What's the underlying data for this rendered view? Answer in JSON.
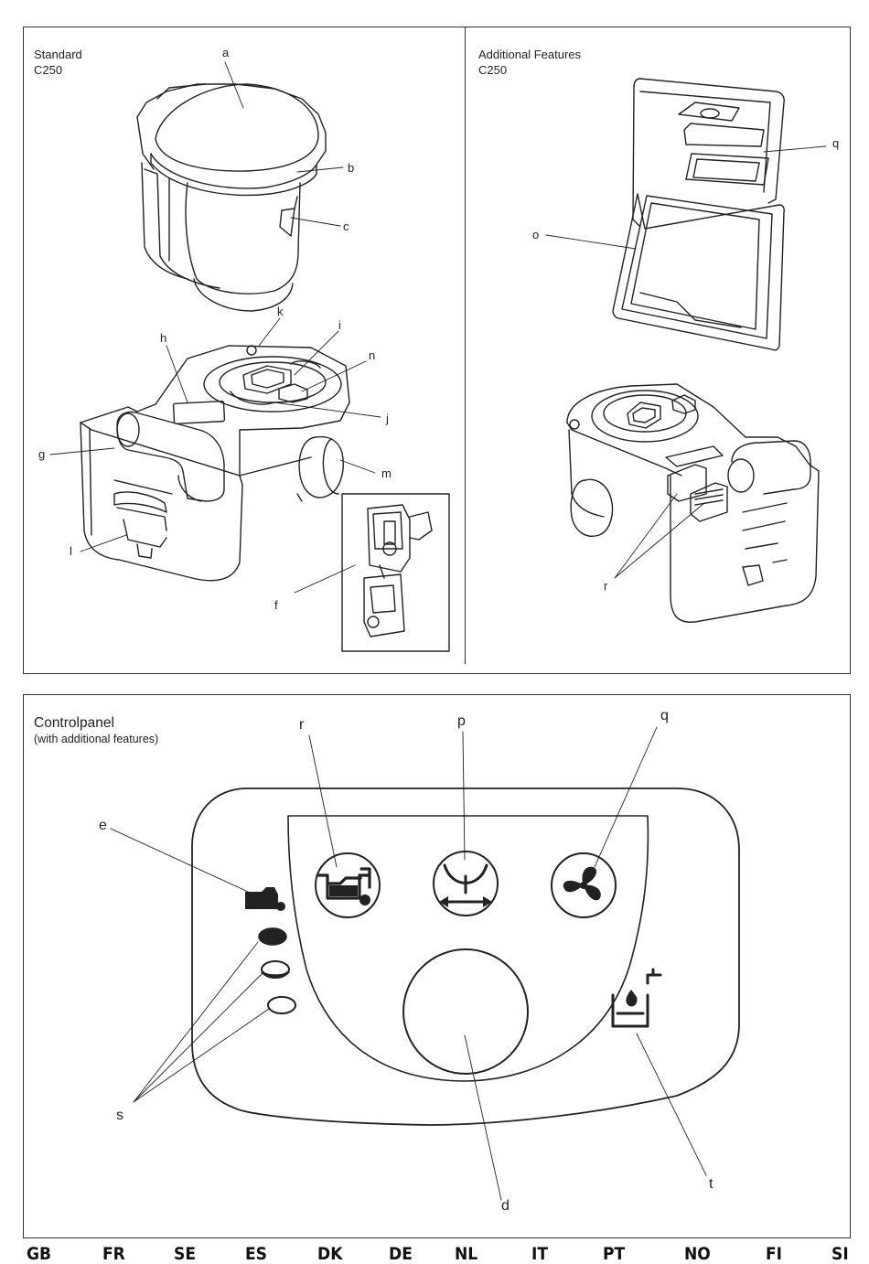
{
  "standard": {
    "title": "Standard",
    "model": "C250",
    "labels": {
      "a": "a",
      "b": "b",
      "c": "c",
      "k": "k",
      "h": "h",
      "i": "i",
      "n": "n",
      "j": "j",
      "g": "g",
      "m": "m",
      "l": "l",
      "f": "f"
    }
  },
  "additional": {
    "title": "Additional Features",
    "model": "C250",
    "labels": {
      "q": "q",
      "o": "o",
      "r": "r"
    }
  },
  "controlpanel": {
    "title": "Controlpanel",
    "subtitle": "(with additional features)",
    "labels": {
      "r": "r",
      "p": "p",
      "q": "q",
      "e": "e",
      "s": "s",
      "d": "d",
      "t": "t"
    },
    "icons": [
      "tank-level-icon",
      "flush-direction-icon",
      "fan-icon",
      "water-fill-icon"
    ]
  },
  "languages": [
    "GB",
    "FR",
    "SE",
    "ES",
    "DK",
    "DE",
    "NL",
    "IT",
    "PT",
    "NO",
    "FI",
    "SI"
  ]
}
